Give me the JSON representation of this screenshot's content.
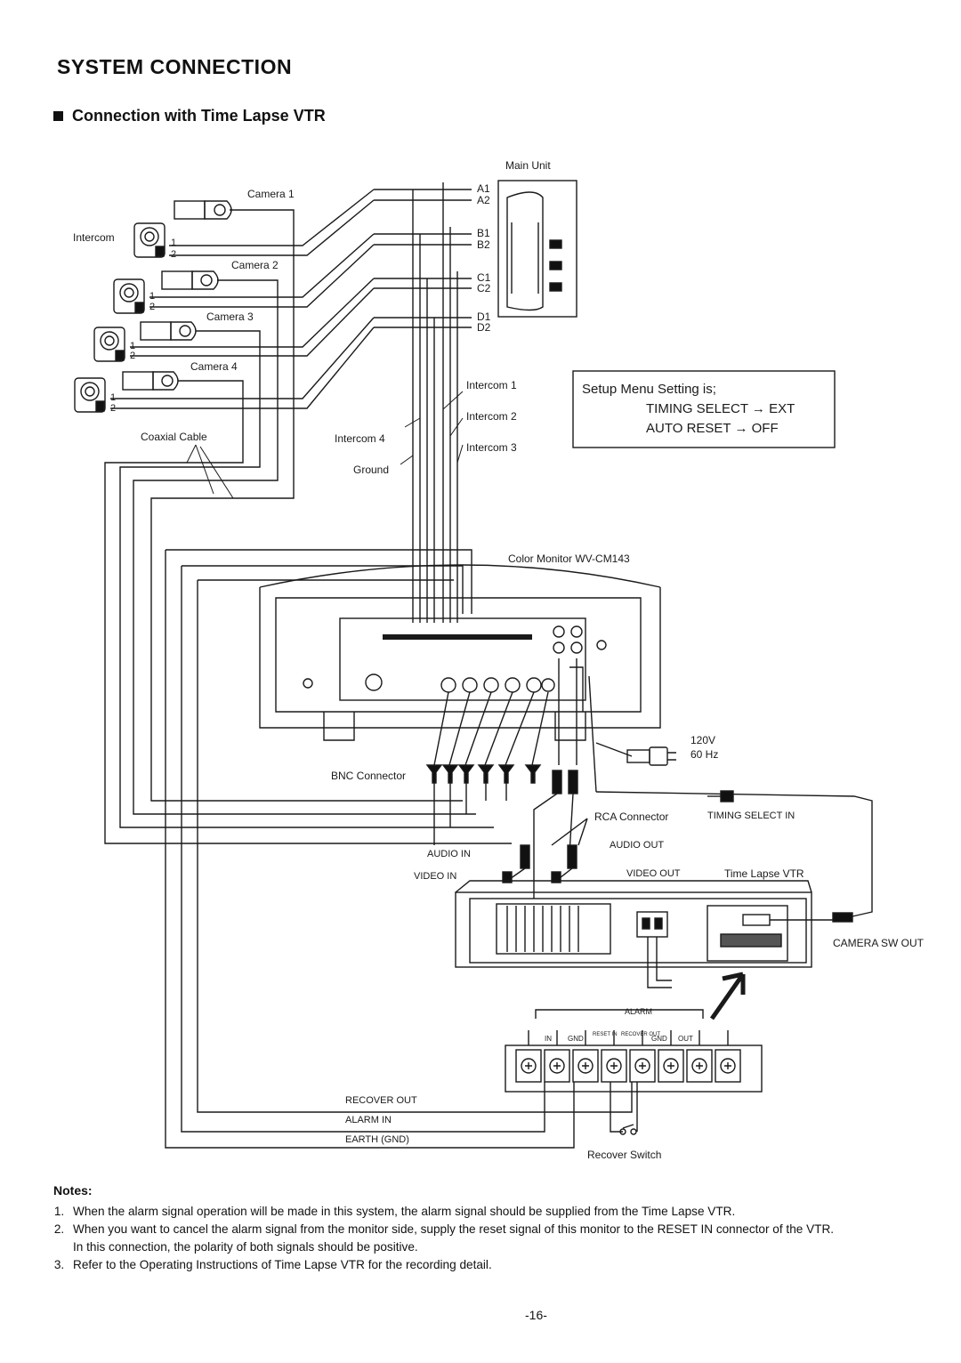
{
  "page": {
    "title": "SYSTEM CONNECTION",
    "subtitle": "Connection with Time Lapse VTR",
    "page_number": "-16-"
  },
  "diagram": {
    "main_unit": "Main Unit",
    "terminals": {
      "a1": "A1",
      "a2": "A2",
      "b1": "B1",
      "b2": "B2",
      "c1": "C1",
      "c2": "C2",
      "d1": "D1",
      "d2": "D2"
    },
    "cameras": [
      "Camera 1",
      "Camera 2",
      "Camera 3",
      "Camera 4"
    ],
    "intercom_label": "Intercom",
    "pin_1": "1",
    "pin_2": "2",
    "coaxial_cable": "Coaxial Cable",
    "intercom_lines": [
      "Intercom 1",
      "Intercom 2",
      "Intercom 3",
      "Intercom 4"
    ],
    "ground": "Ground",
    "setup_box": {
      "heading": "Setup Menu Setting is;",
      "line1": "TIMING SELECT → EXT",
      "line2": "AUTO RESET → OFF"
    },
    "color_monitor": "Color Monitor WV-CM143",
    "power_voltage": "120V",
    "power_freq": "60 Hz",
    "bnc_connector": "BNC Connector",
    "rca_connector": "RCA Connector",
    "timing_select_in": "TIMING SELECT IN",
    "audio_in": "AUDIO IN",
    "audio_out": "AUDIO OUT",
    "video_in": "VIDEO IN",
    "video_out": "VIDEO OUT",
    "time_lapse_vtr": "Time Lapse VTR",
    "camera_sw_out": "CAMERA SW OUT",
    "alarm": "ALARM",
    "terminal_labels": {
      "in": "IN",
      "gnd": "GND",
      "reset_in": "RESET IN",
      "recover_out": "RECOVER OUT",
      "gnd2": "GND",
      "out": "OUT"
    },
    "recover_out": "RECOVER OUT",
    "alarm_in": "ALARM IN",
    "earth_gnd": "EARTH (GND)",
    "recover_switch": "Recover Switch"
  },
  "notes": {
    "heading": "Notes:",
    "items": [
      "When the alarm signal operation will be made in this system, the alarm signal should be supplied from the Time Lapse VTR.",
      "When you want to cancel the alarm signal from the monitor side, supply the reset signal of this monitor to the RESET IN connector of the VTR.",
      "Refer to the Operating Instructions of Time Lapse VTR for the recording detail."
    ],
    "item2_extra": "In this connection, the polarity of both signals should be positive."
  }
}
